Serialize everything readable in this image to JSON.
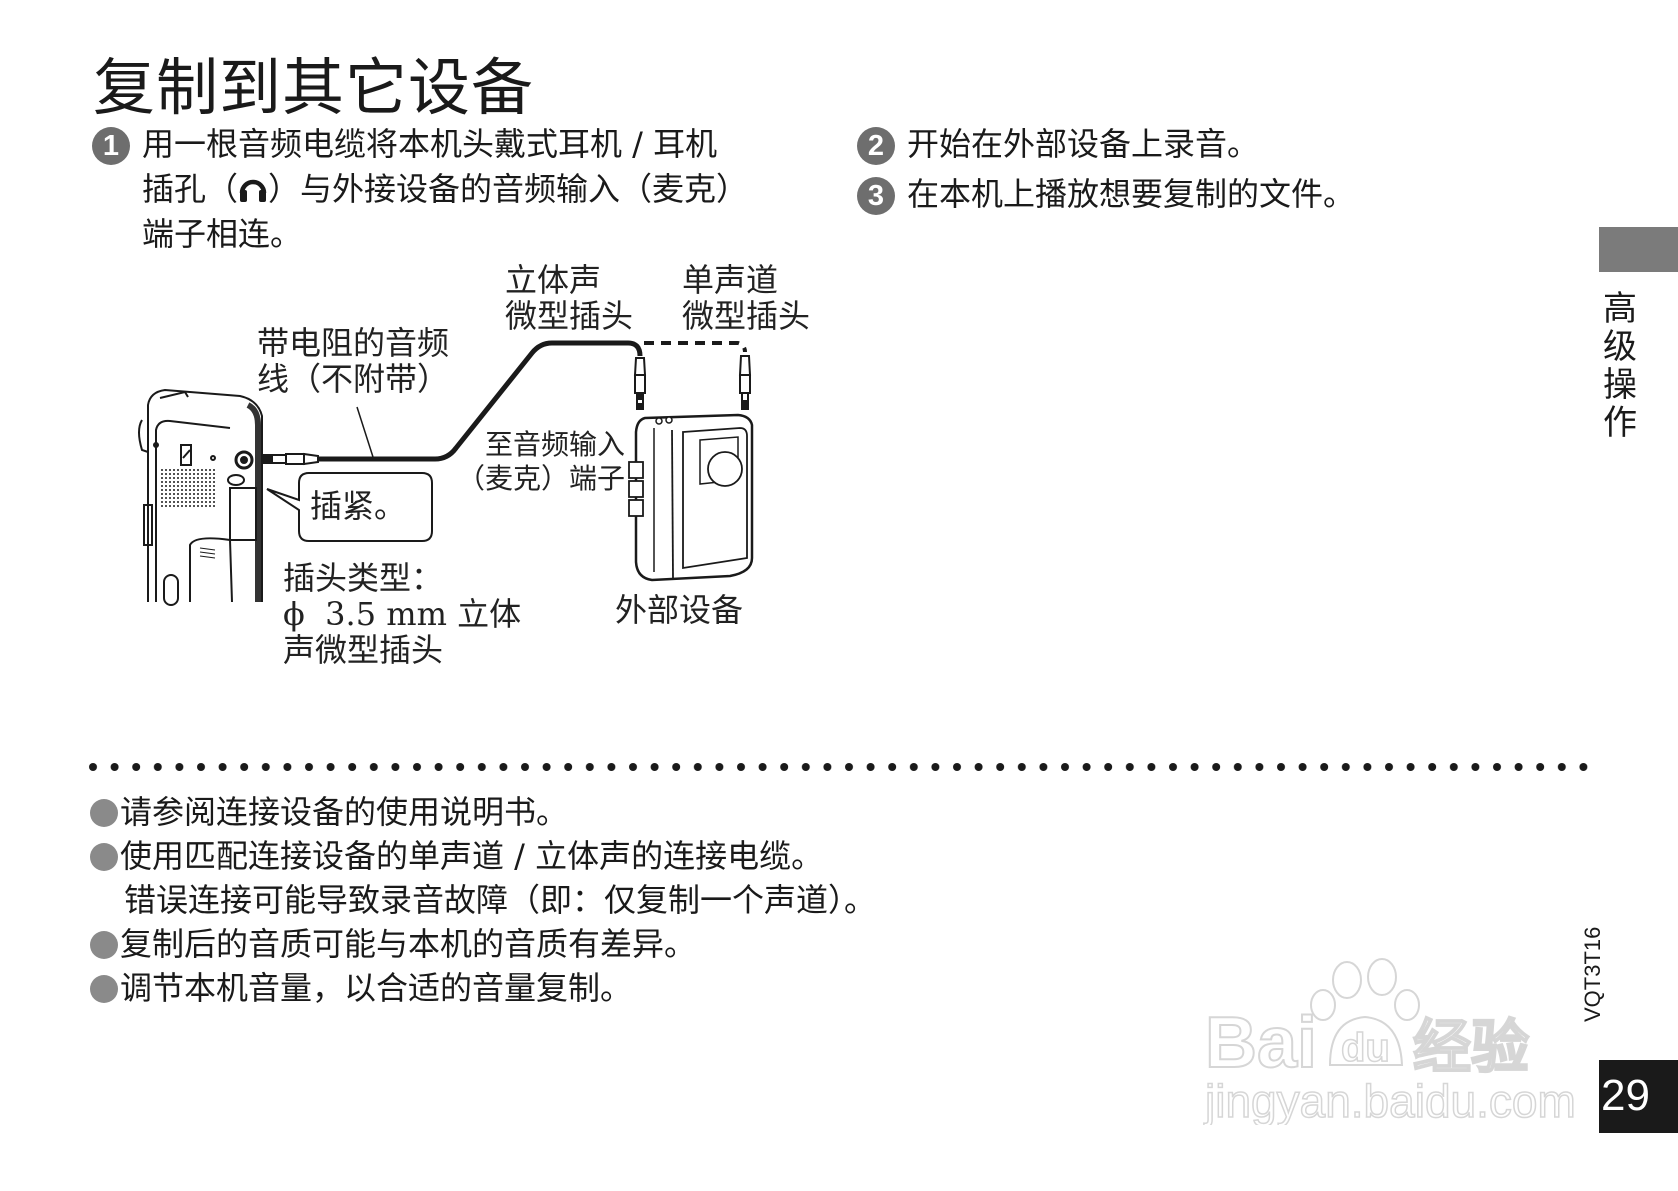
{
  "page": {
    "title": "复制到其它设备",
    "section_tab": [
      "高",
      "级",
      "操",
      "作"
    ],
    "model_code": "VQT3T16",
    "page_number": "29",
    "accent_grey": "#7b7b7b"
  },
  "steps": [
    {
      "number": "1",
      "lines": [
        "用一根音频电缆将本机头戴式耳机 / 耳机",
        "插孔（",
        "）与外接设备的音频输入（麦克）",
        "端子相连。"
      ],
      "icon": "headphone-icon"
    },
    {
      "number": "2",
      "lines": [
        "开始在外部设备上录音。"
      ]
    },
    {
      "number": "3",
      "lines": [
        "在本机上播放想要复制的文件。"
      ]
    }
  ],
  "diagram": {
    "cable_label": [
      "带电阻的音频",
      "线（不附带）"
    ],
    "stereo_plug_label": [
      "立体声",
      "微型插头"
    ],
    "mono_plug_label": [
      "单声道",
      "微型插头"
    ],
    "input_label": [
      "至音频输入",
      "（麦克）端子"
    ],
    "callout": "插紧。",
    "plug_type_label": [
      "插头类型：",
      "ϕ  3.5 mm 立体",
      "声微型插头"
    ],
    "external_device_label": "外部设备"
  },
  "notes": [
    {
      "bullet": true,
      "text": "请参阅连接设备的使用说明书。"
    },
    {
      "bullet": true,
      "text": "使用匹配连接设备的单声道 / 立体声的连接电缆。"
    },
    {
      "bullet": false,
      "text": "错误连接可能导致录音故障（即：仅复制一个声道）。"
    },
    {
      "bullet": true,
      "text": "复制后的音质可能与本机的音质有差异。"
    },
    {
      "bullet": true,
      "text": "调节本机音量，以合适的音量复制。"
    }
  ],
  "watermark": {
    "brand": "Bai du 经验",
    "url": "jingyan.baidu.com"
  }
}
